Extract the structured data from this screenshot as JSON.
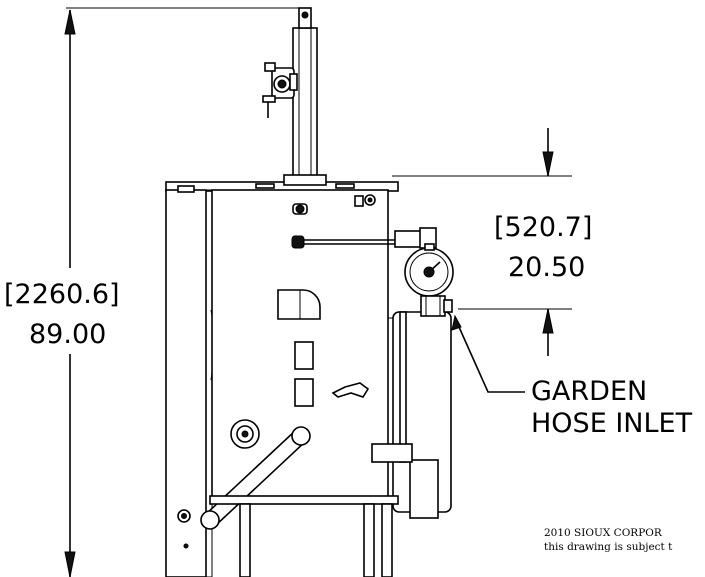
{
  "dimensions": {
    "overall_height_mm": "[2260.6]",
    "overall_height_in": "89.00",
    "inlet_offset_mm": "[520.7]",
    "inlet_offset_in": "20.50"
  },
  "callout": {
    "line1": "GARDEN",
    "line2": "HOSE INLET"
  },
  "copyright": {
    "line1": "2010 SIOUX CORPOR",
    "line2": "this drawing is subject t"
  }
}
